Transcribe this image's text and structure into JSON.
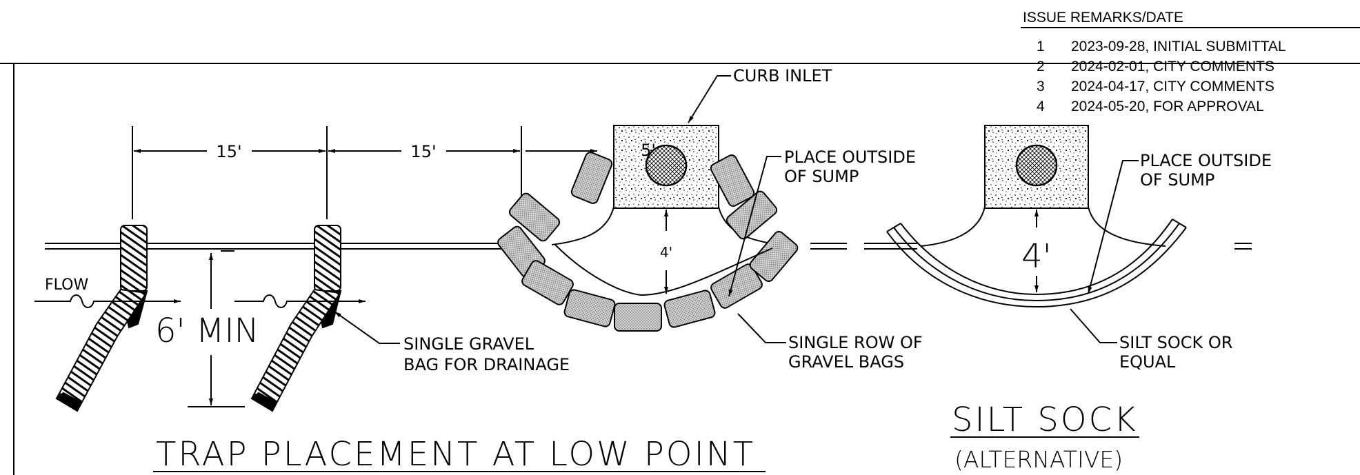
{
  "revision_block": {
    "header": "ISSUE  REMARKS/DATE",
    "rows": [
      {
        "issue": "1",
        "remark": "2023-09-28, INITIAL SUBMITTAL"
      },
      {
        "issue": "2",
        "remark": "2024-02-01, CITY COMMENTS"
      },
      {
        "issue": "3",
        "remark": "2024-04-17, CITY COMMENTS"
      },
      {
        "issue": "4",
        "remark": "2024-05-20, FOR APPROVAL"
      }
    ]
  },
  "trap_detail": {
    "title": "TRAP PLACEMENT AT LOW POINT",
    "spacing_1": "15'",
    "spacing_2": "15'",
    "min_distance": "6'  MIN",
    "flow_label": "FLOW",
    "drainage_note_1": "SINGLE GRAVEL",
    "drainage_note_2": "BAG FOR DRAINAGE"
  },
  "inlet_detail": {
    "curb_inlet_label": "CURB INLET",
    "small_dim": "5'",
    "sump_dim": "4'",
    "place_note_1": "PLACE OUTSIDE",
    "place_note_2": "OF SUMP",
    "row_note_1": "SINGLE ROW OF",
    "row_note_2": "GRAVEL BAGS"
  },
  "silt_sock_detail": {
    "title": "SILT SOCK",
    "subtitle": "(ALTERNATIVE)",
    "sump_dim": "4'",
    "place_note_1": "PLACE OUTSIDE",
    "place_note_2": "OF SUMP",
    "sock_note_1": "SILT SOCK OR",
    "sock_note_2": "EQUAL"
  }
}
